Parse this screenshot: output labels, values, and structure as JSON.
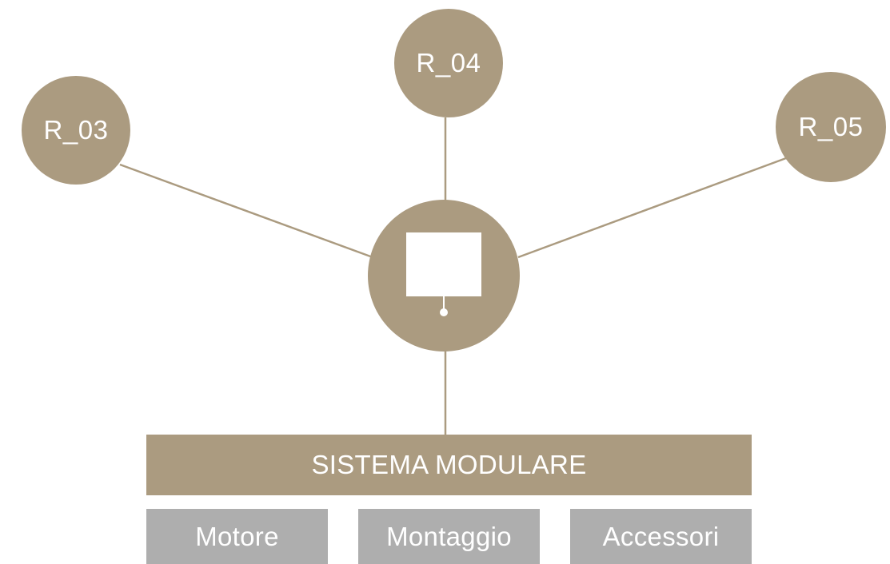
{
  "colors": {
    "accent": "#ab9b80",
    "module_box": "#aeaeae",
    "text_on_shapes": "#ffffff"
  },
  "nodes": {
    "r03": {
      "label": "R_03"
    },
    "r04": {
      "label": "R_04"
    },
    "r05": {
      "label": "R_05"
    }
  },
  "hub": {
    "icon": "monitor-icon"
  },
  "system": {
    "label": "SISTEMA MODULARE"
  },
  "modules": [
    {
      "label": "Motore"
    },
    {
      "label": "Montaggio"
    },
    {
      "label": "Accessori"
    }
  ]
}
